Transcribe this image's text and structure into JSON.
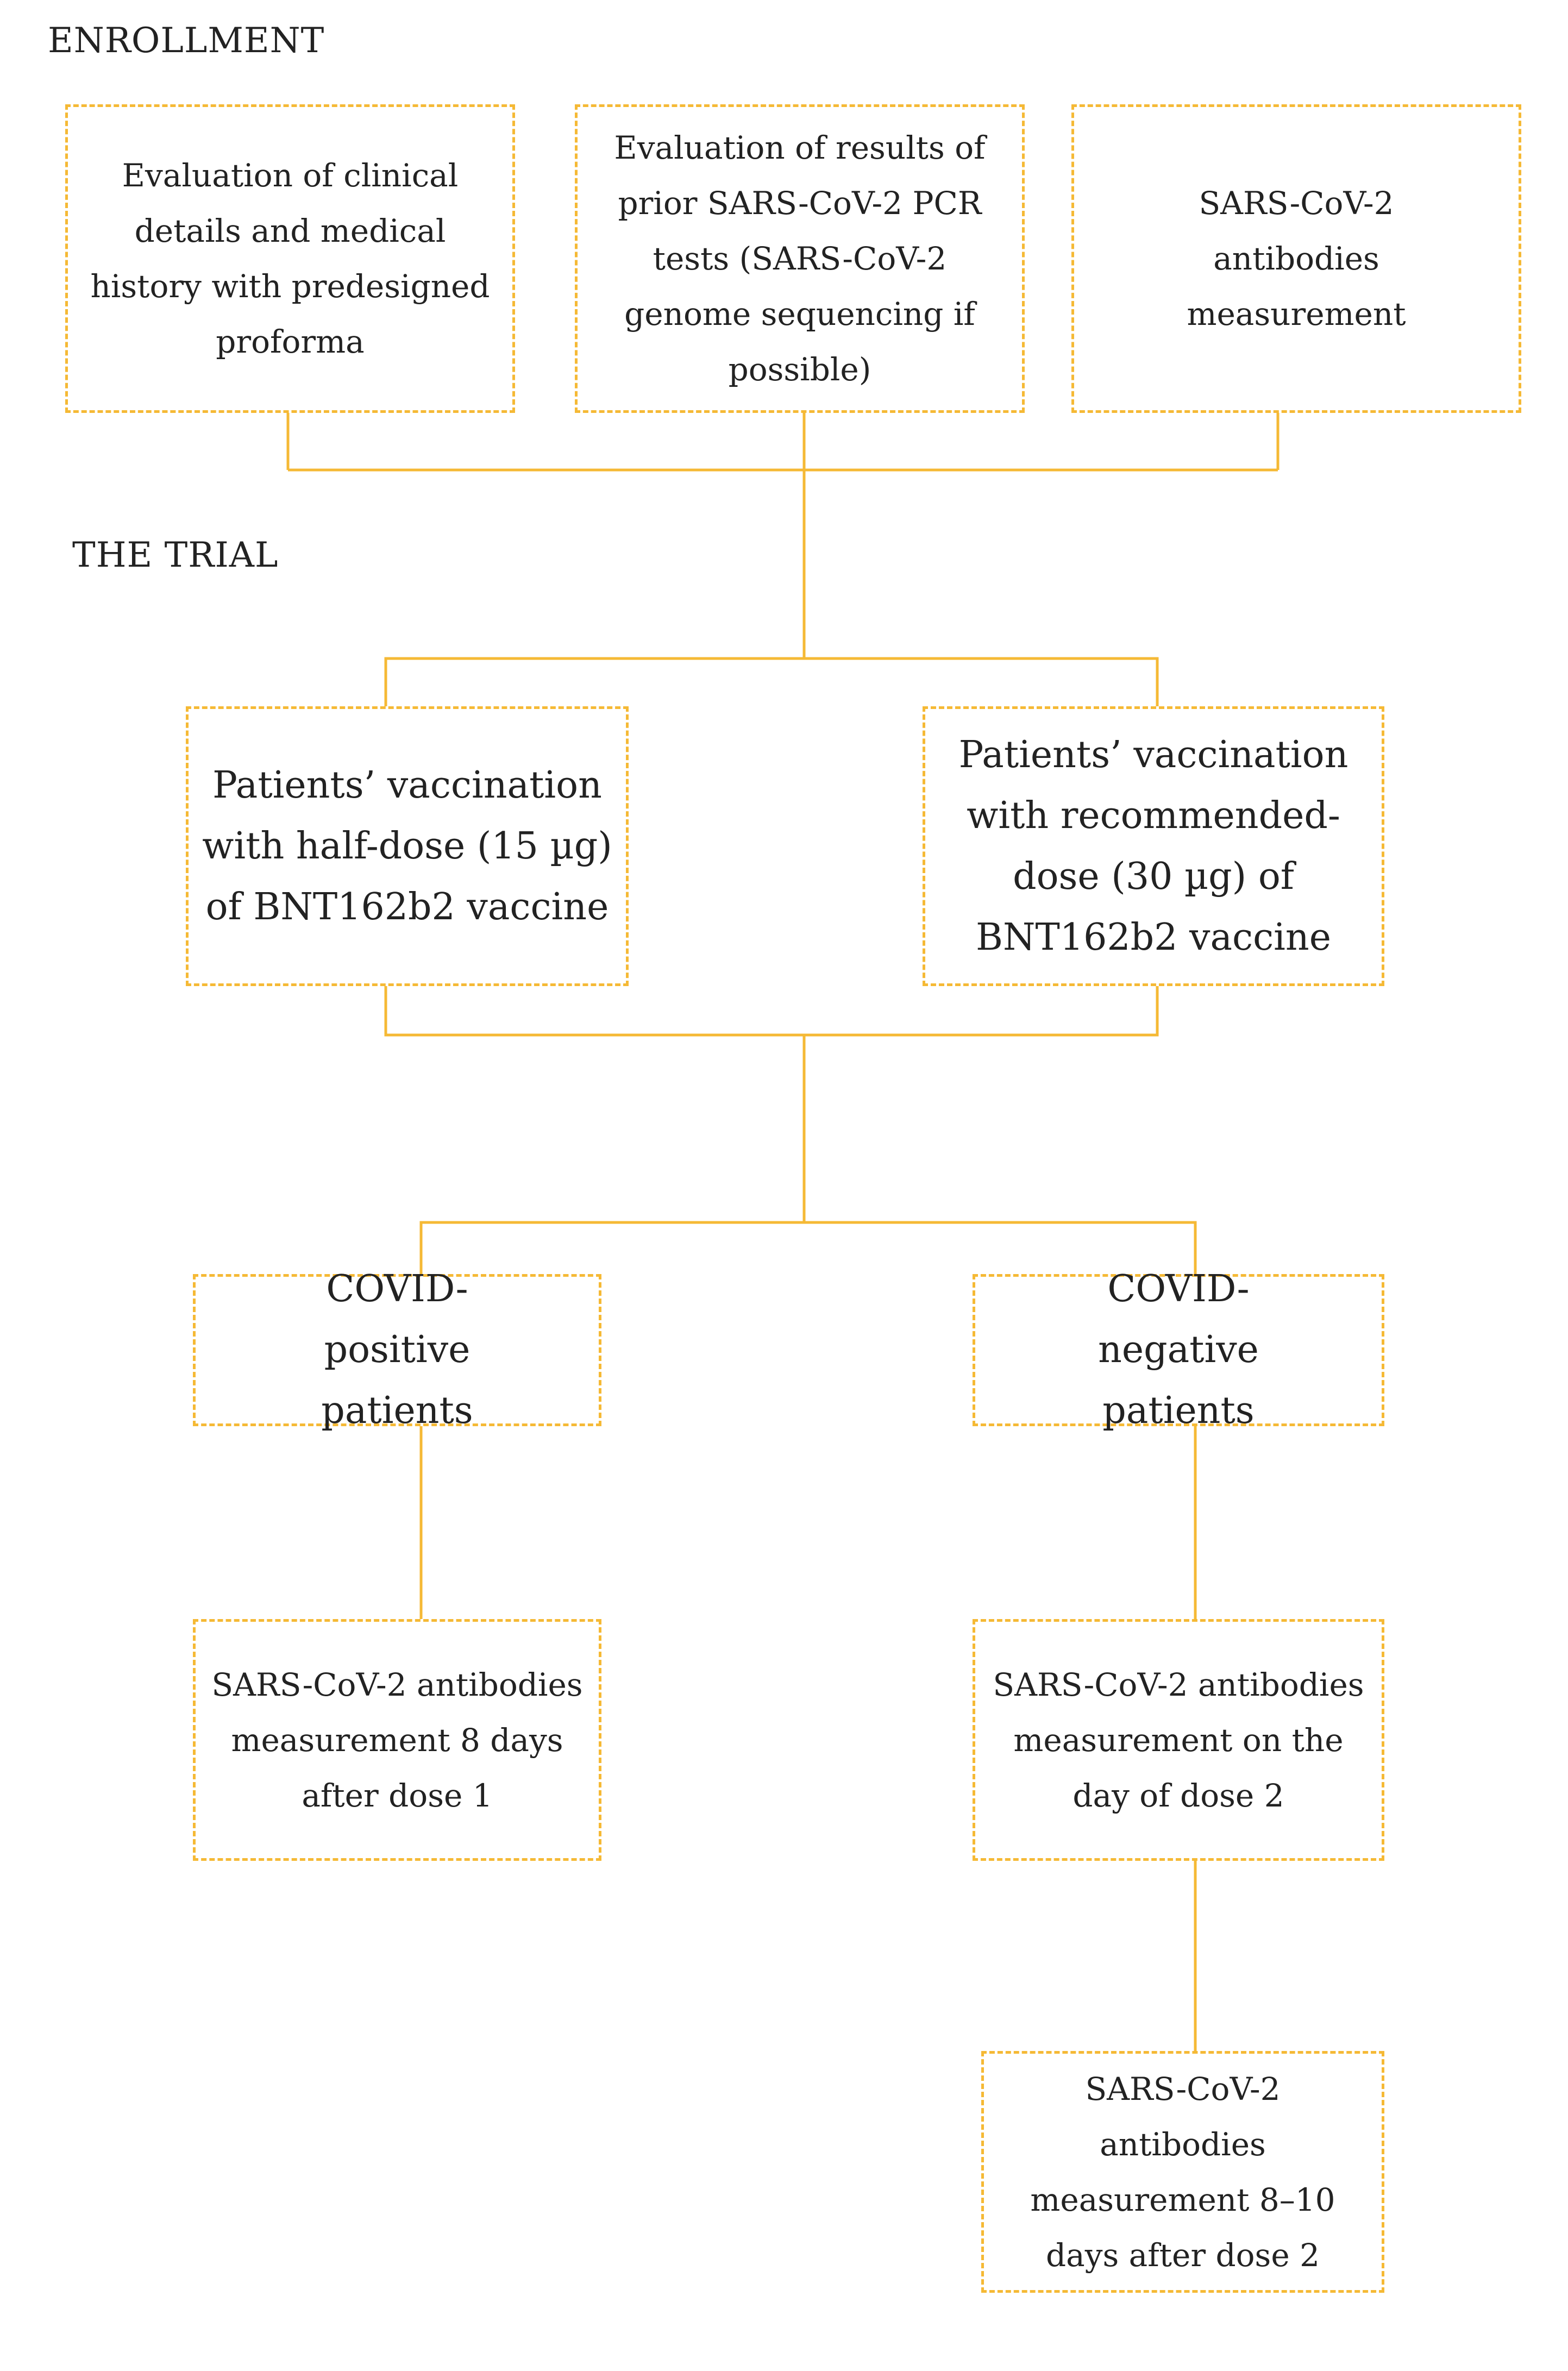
{
  "sections": {
    "enrollment": "ENROLLMENT",
    "trial": "THE TRIAL"
  },
  "colors": {
    "accent": "#f5b935",
    "text": "#222222"
  },
  "boxes": {
    "clinical": "Evaluation of clinical details and medical history with predesigned proforma",
    "pcr": "Evaluation of results of prior SARS-CoV-2 PCR tests (SARS-CoV-2 genome sequencing if possible)",
    "antibodies_baseline": "SARS-CoV-2 antibodies measurement",
    "half_dose": "Patients’ vaccination with half-dose (15 µg) of BNT162b2 vaccine",
    "recommended_dose": "Patients’ vaccination with recommended-dose (30 µg) of BNT162b2 vaccine",
    "covid_positive": "COVID-positive patients",
    "covid_negative": "COVID-negative patients",
    "pos_measure": "SARS-CoV-2 antibodies measurement 8 days after dose 1",
    "neg_measure_day2": "SARS-CoV-2 antibodies measurement on the day of dose 2",
    "neg_measure_after2": "SARS-CoV-2 antibodies measurement 8–10 days after dose 2"
  }
}
